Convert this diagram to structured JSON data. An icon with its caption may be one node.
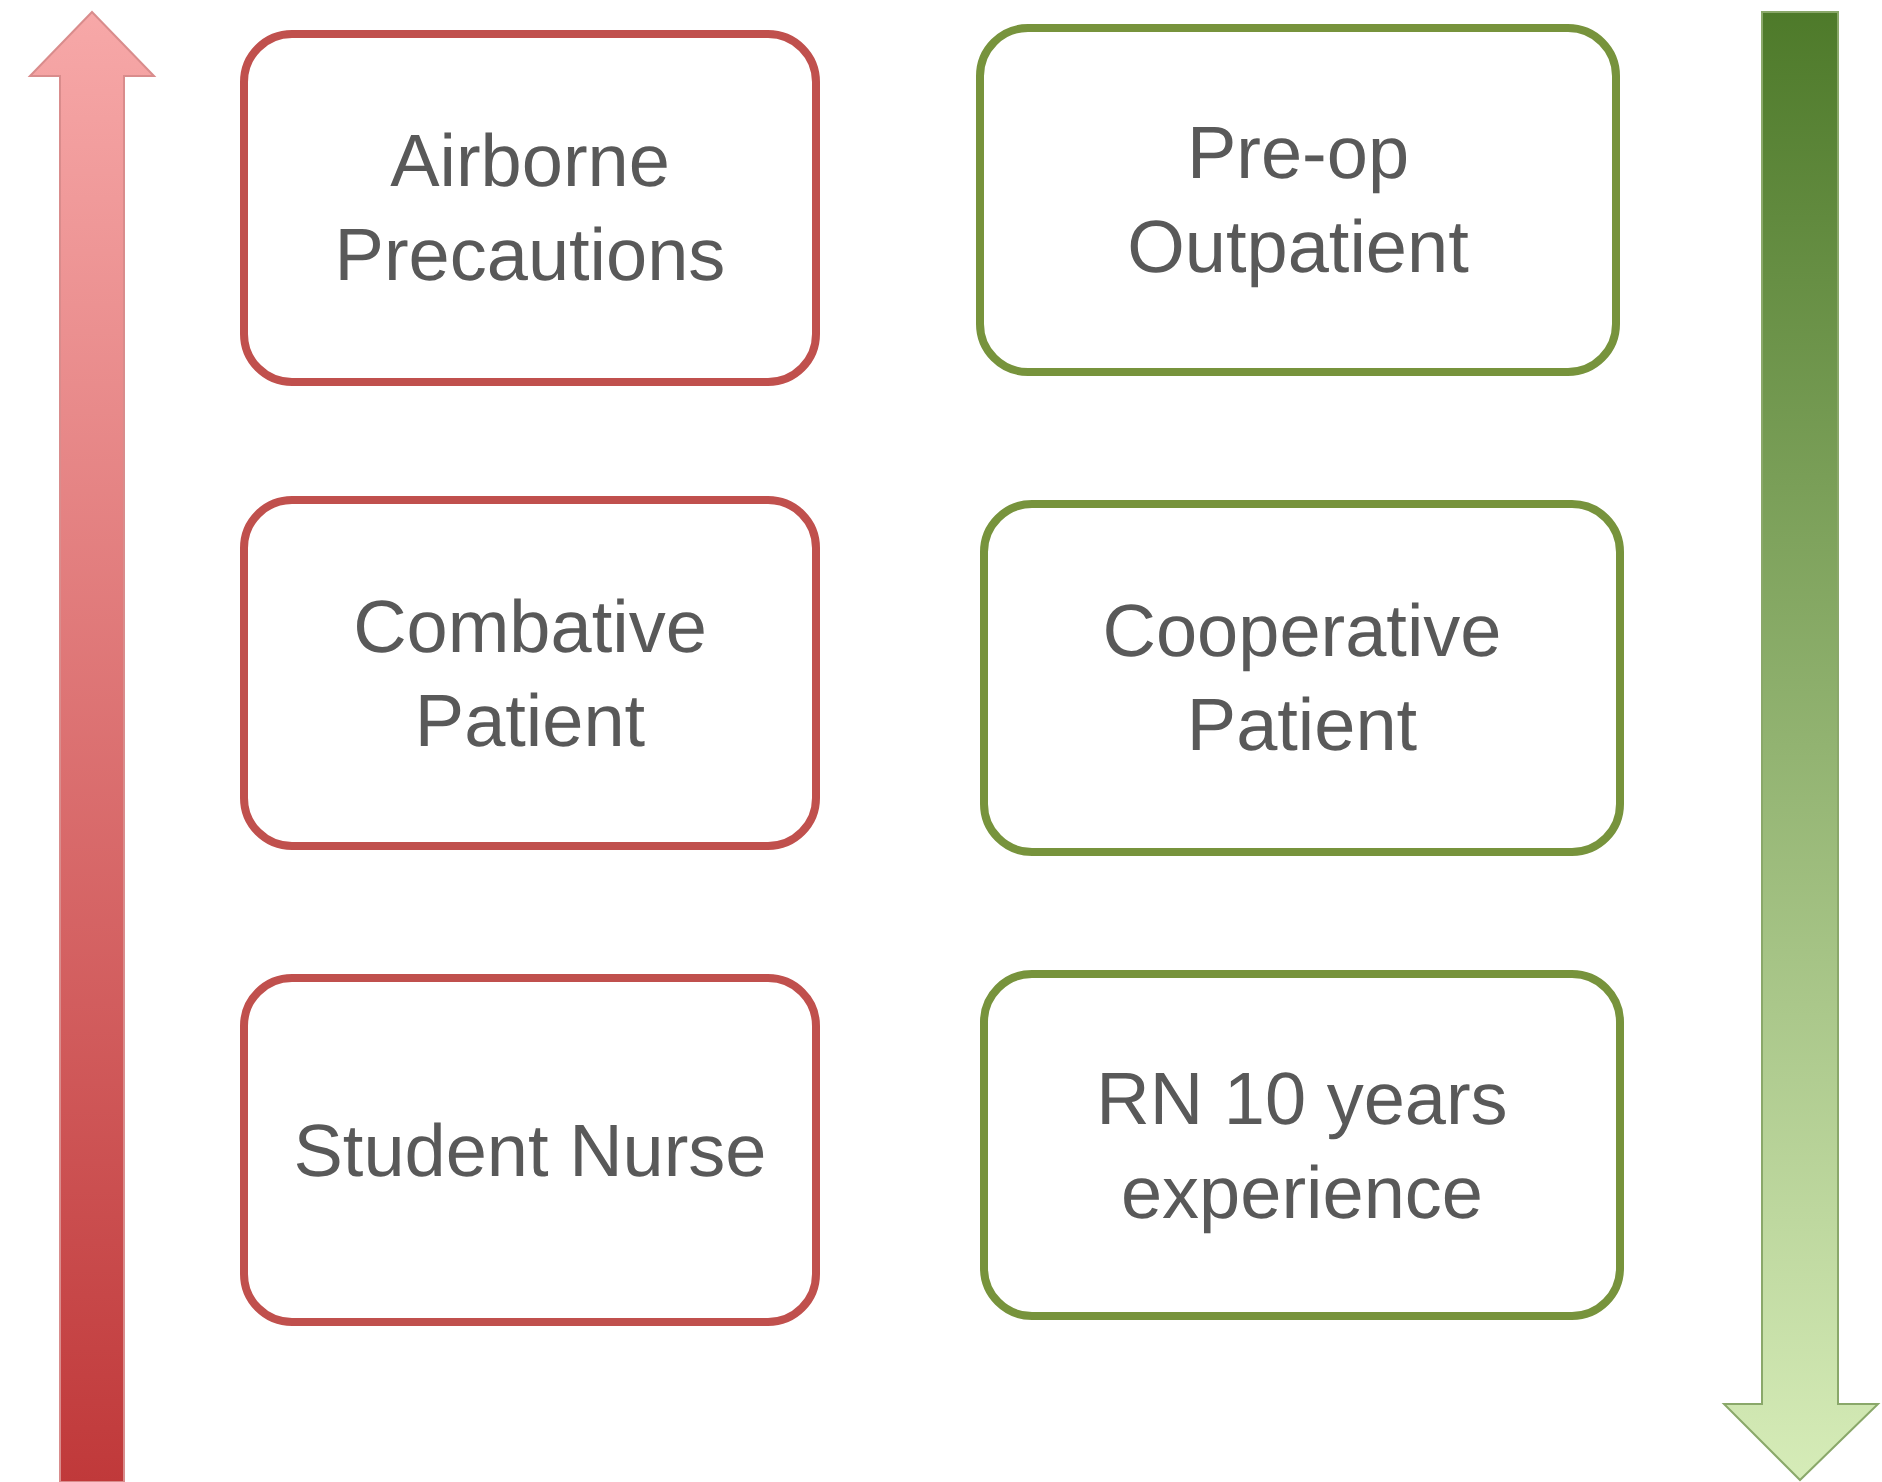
{
  "diagram": {
    "nodes": [
      {
        "text": [
          "Airborne Precautions"
        ]
      },
      {
        "text": [
          "Pre-op Outpatient"
        ]
      },
      {
        "text": [
          "Combative Patient"
        ]
      },
      {
        "text": [
          "Cooperative Patient"
        ]
      },
      {
        "text": [
          "Student Nurse"
        ]
      },
      {
        "text": [
          "RN 10 years experience"
        ]
      }
    ],
    "edges": []
  }
}
